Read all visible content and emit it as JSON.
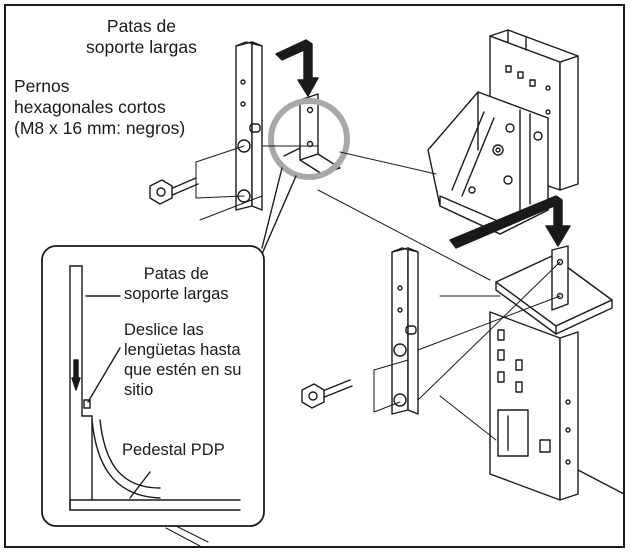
{
  "labels": {
    "long_legs_top": "Patas de\nsoporte largas",
    "short_bolts": "Pernos\nhexagonales cortos\n(M8 x 16 mm: negros)",
    "long_legs_inset": "Patas de\nsoporte largas",
    "slide_tabs": "Deslice las\nlengüetas hasta\nque estén en su\nsitio",
    "pedestal": "Pedestal PDP"
  },
  "colors": {
    "line": "#1a1a1a",
    "highlight_circle": "#a8a8a8",
    "arrow_fill": "#1a1a1a"
  }
}
